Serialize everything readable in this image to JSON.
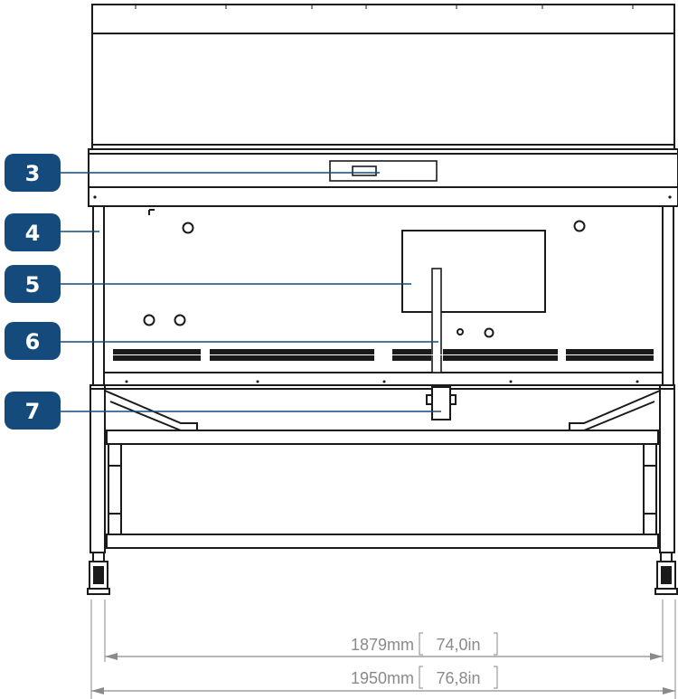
{
  "colors": {
    "line": "#1a1a1a",
    "badge": "#144a7c",
    "leader": "#144a7c",
    "dimension": "#8a8a8a"
  },
  "callouts": [
    {
      "number": "3"
    },
    {
      "number": "4"
    },
    {
      "number": "5"
    },
    {
      "number": "6"
    },
    {
      "number": "7"
    }
  ],
  "dimensions": {
    "inner": {
      "mm": "1879mm",
      "in": "74,0in"
    },
    "outer": {
      "mm": "1950mm",
      "in": "76,8in"
    }
  }
}
